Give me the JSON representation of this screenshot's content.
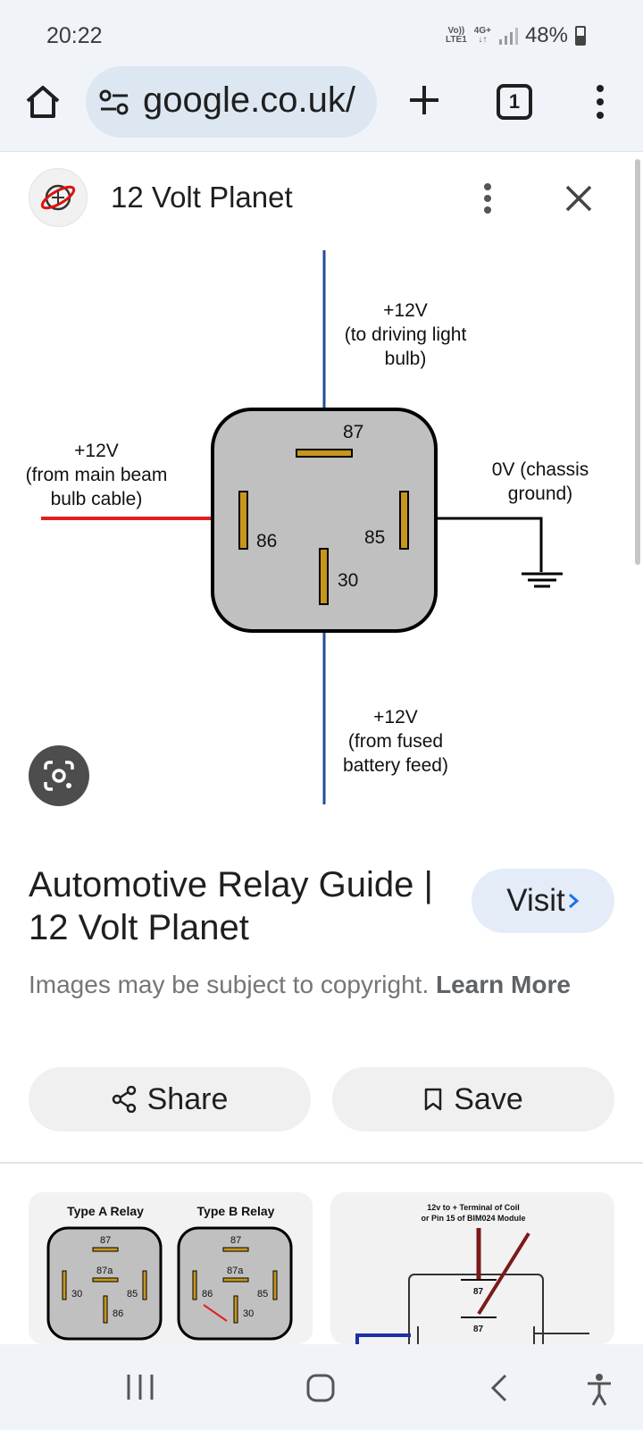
{
  "status_bar": {
    "time": "20:22",
    "network_top": "Vo))",
    "network_bottom": "LTE1",
    "network_type": "4G+",
    "battery": "48%"
  },
  "browser": {
    "url": "google.co.uk/",
    "tab_count": "1"
  },
  "sheet": {
    "site_name": "12 Volt Planet"
  },
  "diagram": {
    "top_voltage": "+12V",
    "top_line1": "(to driving light",
    "top_line2": "bulb)",
    "left_voltage": "+12V",
    "left_line1": "(from main beam",
    "left_line2": "bulb cable)",
    "right_line1": "0V (chassis",
    "right_line2": "ground)",
    "bottom_voltage": "+12V",
    "bottom_line1": "(from fused",
    "bottom_line2": "battery feed)",
    "pin_87": "87",
    "pin_86": "86",
    "pin_85": "85",
    "pin_30": "30",
    "colors": {
      "feed_wire": "#1f4e9c",
      "trigger_wire": "#e02020",
      "ground_wire": "#000000",
      "relay_body": "#c0c0c0",
      "pin": "#c8961e"
    }
  },
  "result": {
    "title": "Automotive Relay Guide | 12 Volt Planet",
    "visit_label": "Visit",
    "copyright_text": "Images may be subject to copyright.",
    "learn_more": "Learn More"
  },
  "actions": {
    "share_label": "Share",
    "save_label": "Save"
  },
  "related": {
    "thumb1_type_a": "Type A Relay",
    "thumb1_type_b": "Type B Relay",
    "thumb1_pin_87": "87",
    "thumb1_pin_87a": "87a",
    "thumb1_pin_30": "30",
    "thumb1_pin_85": "85",
    "thumb1_pin_86": "86",
    "thumb2_line1": "12v to + Terminal of Coil",
    "thumb2_line2": "or Pin 15 of BIM024 Module",
    "thumb2_pin_87": "87"
  }
}
